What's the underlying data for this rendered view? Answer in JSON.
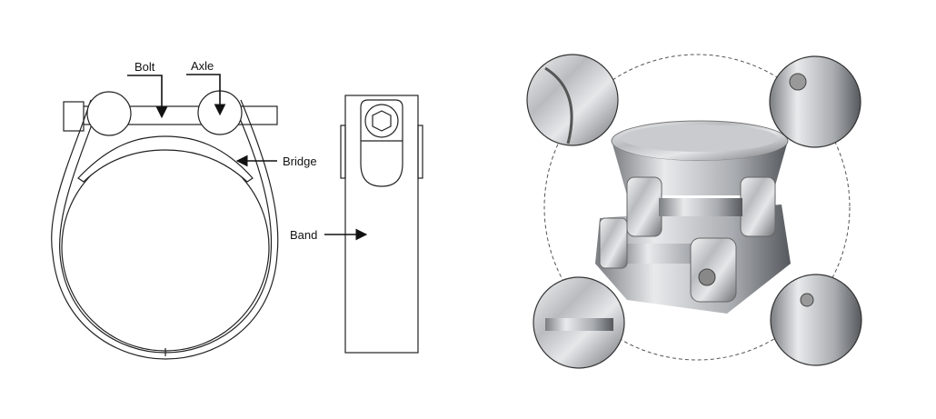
{
  "labels": {
    "bolt": "Bolt",
    "axle": "Axle",
    "bridge": "Bridge",
    "band": "Band"
  },
  "colors": {
    "line": "#222222",
    "metal_light": "#e8e8ea",
    "metal_dark": "#6f7276",
    "dashed_ring": "#555555"
  }
}
